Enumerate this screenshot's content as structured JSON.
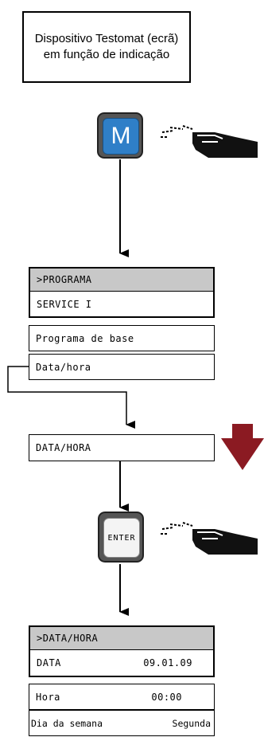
{
  "title_box": {
    "text": "Dispositivo Testomat (ecrã) em função de indicação"
  },
  "m_button": {
    "label": "M",
    "color": "#2f7fc8"
  },
  "menu1": {
    "header": ">PROGRAMA",
    "selected": "SERVICE I",
    "items": [
      "Programa de base",
      "Data/hora"
    ]
  },
  "datahora_box": {
    "label": "DATA/HORA"
  },
  "enter_button": {
    "label": "ENTER"
  },
  "menu2": {
    "header": ">DATA/HORA",
    "rows": [
      {
        "label": "DATA",
        "value": "09.01.09"
      },
      {
        "label": "Hora",
        "value": "00:00"
      },
      {
        "label": "Dia da semana",
        "value": "Segunda"
      }
    ]
  },
  "colors": {
    "red_arrow": "#8b1a22",
    "menu_header_bg": "#c8c8c8"
  },
  "icons": [
    "pointing-hand-icon",
    "down-arrow-icon",
    "red-down-arrow-icon"
  ]
}
